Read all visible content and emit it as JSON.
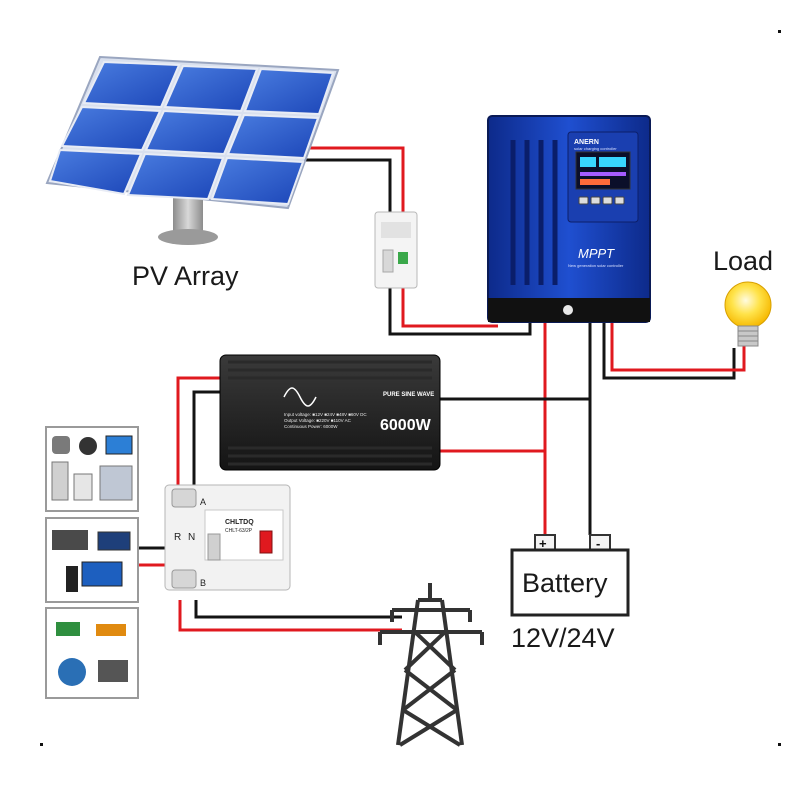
{
  "labels": {
    "pv_array": "PV Array",
    "load": "Load",
    "battery": "Battery",
    "battery_voltage": "12V/24V"
  },
  "controller": {
    "brand": "ANERN",
    "subtitle": "solar charging controller",
    "model": "MPPT",
    "tagline": "New generation solar controller"
  },
  "inverter": {
    "type": "PURE SINE WAVE",
    "power": "6000W",
    "spec_lines": [
      "Input voltage: ■12V ■24V ■48V ■60V DC",
      "Output Voltage: ■220V ■110V AC",
      "Continuous Power: 6000W"
    ]
  },
  "ats": {
    "brand": "CHLTDQ",
    "model": "CHLT-63/2P",
    "terminal_left_top": "R",
    "terminal_right_top": "N",
    "terminal_a": "A",
    "terminal_b": "B"
  },
  "battery_terminals": {
    "positive": "+",
    "negative": "-"
  },
  "wire_colors": {
    "positive": "#e0191f",
    "negative": "#141414"
  }
}
